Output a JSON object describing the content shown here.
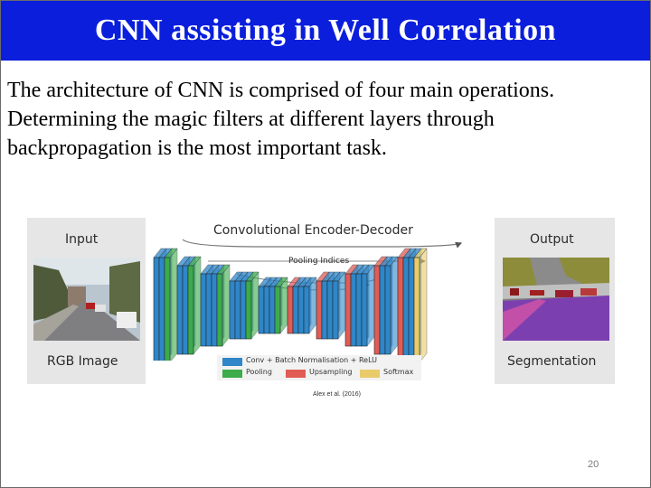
{
  "slide": {
    "title": "CNN assisting in Well Correlation",
    "body_line1": "The architecture of CNN is comprised of four main operations.",
    "body_line2": "Determining the magic filters at different layers through",
    "body_line3": "backpropagation is the most important task.",
    "page_number": "20",
    "colors": {
      "title_bar": "#0a1edb",
      "title_text": "#ffffff"
    }
  },
  "figure": {
    "input_label": "Input",
    "output_label": "Output",
    "input_caption": "RGB Image",
    "output_caption": "Segmentation",
    "network_title": "Convolutional Encoder-Decoder",
    "pooling_indices_label": "Pooling Indices",
    "legend": {
      "conv": "Conv + Batch Normalisation + ReLU",
      "pooling": "Pooling",
      "upsampling": "Upsampling",
      "softmax": "Softmax"
    },
    "citation": "Alex et al. (2016)",
    "colors": {
      "conv": "#2f86c8",
      "pooling": "#3cab4a",
      "upsampling": "#e05c54",
      "softmax": "#eacb6a"
    }
  }
}
